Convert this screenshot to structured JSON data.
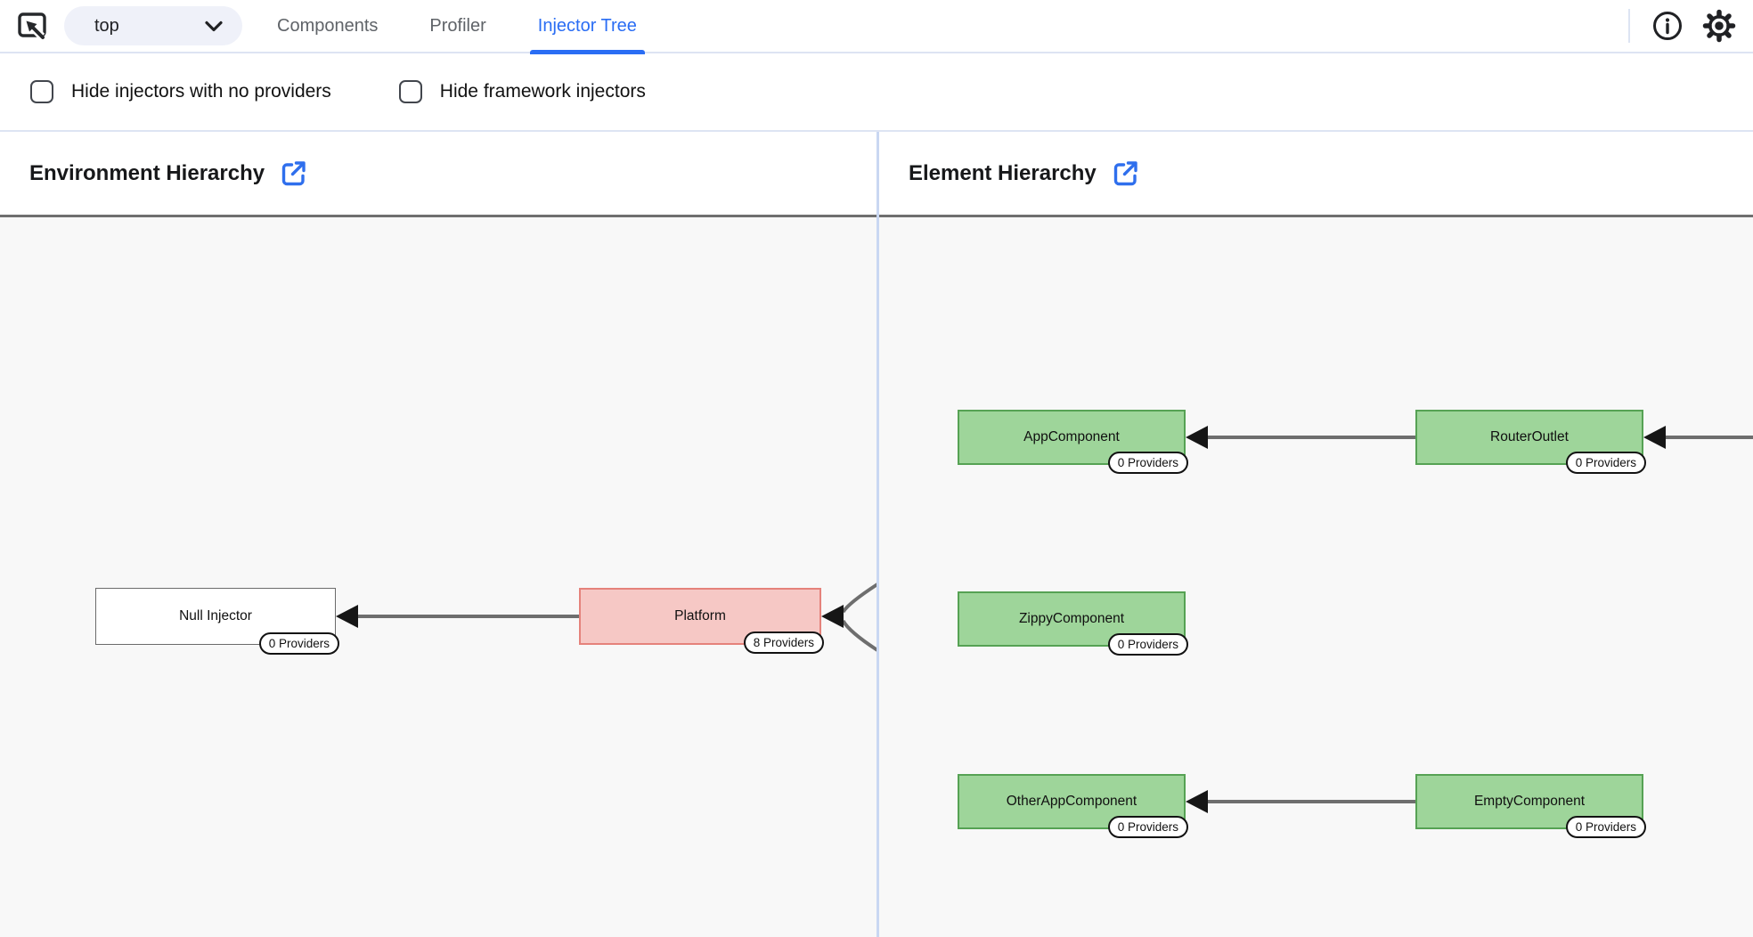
{
  "topbar": {
    "dropdown": {
      "value": "top"
    },
    "tabs": [
      {
        "label": "Components",
        "active": false
      },
      {
        "label": "Profiler",
        "active": false
      },
      {
        "label": "Injector Tree",
        "active": true
      }
    ]
  },
  "filters": [
    {
      "label": "Hide injectors with no providers",
      "checked": false
    },
    {
      "label": "Hide framework injectors",
      "checked": false
    }
  ],
  "panels": {
    "environment": {
      "title": "Environment Hierarchy",
      "nodes": [
        {
          "label": "Null Injector",
          "badge": "0 Providers",
          "kind": "root"
        },
        {
          "label": "Platform",
          "badge": "8 Providers",
          "kind": "platform"
        }
      ]
    },
    "element": {
      "title": "Element Hierarchy",
      "nodes": [
        {
          "label": "AppComponent",
          "badge": "0 Providers"
        },
        {
          "label": "RouterOutlet",
          "badge": "0 Providers"
        },
        {
          "label": "ZippyComponent",
          "badge": "0 Providers"
        },
        {
          "label": "OtherAppComponent",
          "badge": "0 Providers"
        },
        {
          "label": "EmptyComponent",
          "badge": "0 Providers"
        }
      ]
    }
  },
  "colors": {
    "accent_blue": "#2a6df4",
    "inactive_tab": "#5f6368",
    "node_green_fill": "#9ed59a",
    "node_green_border": "#56a254",
    "node_pink_fill": "#f6c8c5",
    "node_pink_border": "#e5827b",
    "edge_gray": "#6e6e6e",
    "panel_border": "#6f6f6f",
    "light_border": "#dde4f3",
    "graph_bg": "#f8f8f8"
  }
}
